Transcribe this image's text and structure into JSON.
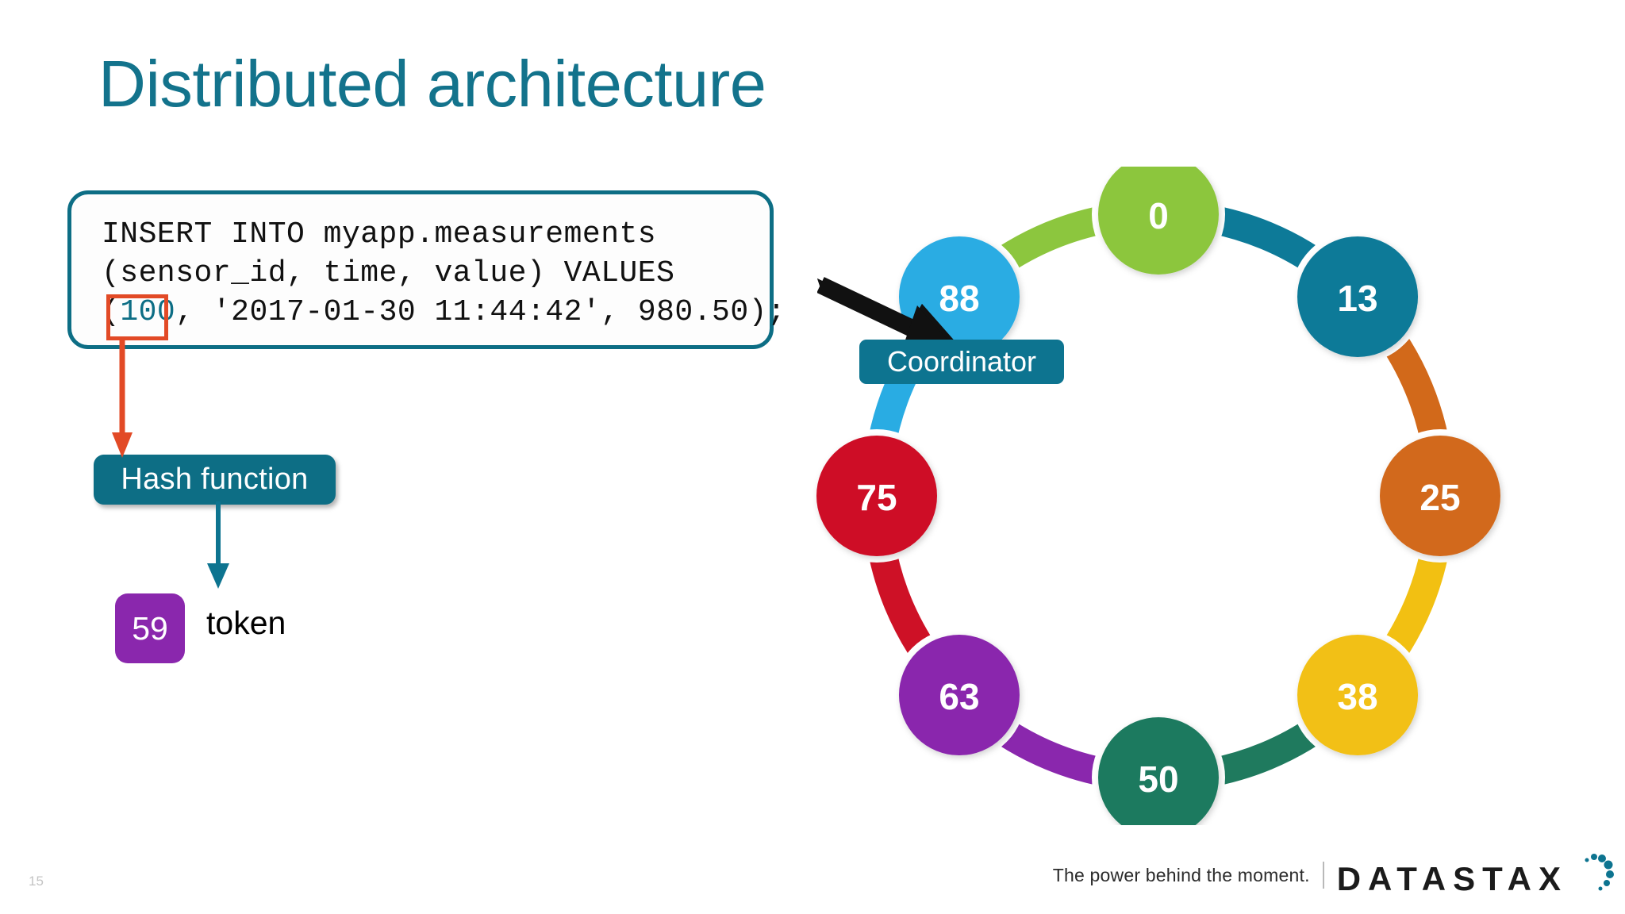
{
  "slide": {
    "title": "Distributed architecture",
    "page_number": "15",
    "title_color": "#13738c",
    "background": "#ffffff"
  },
  "code_box": {
    "line1": "INSERT INTO myapp.measurements",
    "line2": "(sensor_id, time, value) VALUES",
    "line3_prefix": "(",
    "line3_highlight": "100",
    "line3_suffix": ", '2017-01-30 11:44:42', 980.50);",
    "highlight_color": "#0d6e85",
    "highlight_box_color": "#e24a26",
    "border_color": "#0d6e85"
  },
  "hash_flow": {
    "hash_label": "Hash function",
    "hash_color": "#0d6e85",
    "token_value": "59",
    "token_color": "#8a27ad",
    "token_label": "token",
    "red_arrow_color": "#e24a26",
    "teal_arrow_color": "#0d7490"
  },
  "ring": {
    "coordinator_label": "Coordinator",
    "coordinator_label_color": "#0d7490",
    "nodes": [
      {
        "label": "0",
        "color": "#8cc63e",
        "angle": -90
      },
      {
        "label": "13",
        "color": "#0d7a98",
        "angle": -45
      },
      {
        "label": "25",
        "color": "#d2691a",
        "angle": 0
      },
      {
        "label": "38",
        "color": "#f2c012",
        "angle": 45
      },
      {
        "label": "50",
        "color": "#1f7a5e",
        "angle": 90
      },
      {
        "label": "63",
        "color": "#8a27ad",
        "angle": 135
      },
      {
        "label": "75",
        "color": "#ce1126",
        "angle": 180
      },
      {
        "label": "88",
        "color": "#29ace3",
        "angle": -135
      }
    ],
    "arcs": [
      {
        "from": "88",
        "to": "0",
        "color": "#8cc63e"
      },
      {
        "from": "0",
        "to": "13",
        "color": "#0d7a98"
      },
      {
        "from": "13",
        "to": "25",
        "color": "#d2691a"
      },
      {
        "from": "25",
        "to": "38",
        "color": "#f2c012"
      },
      {
        "from": "38",
        "to": "50",
        "color": "#1f7a5e"
      },
      {
        "from": "50",
        "to": "63",
        "color": "#8a27ad"
      },
      {
        "from": "63",
        "to": "75",
        "color": "#ce1126"
      },
      {
        "from": "75",
        "to": "88",
        "color": "#29ace3"
      }
    ]
  },
  "footer": {
    "tagline": "The power behind the moment.",
    "logo_text": "DATASTAX",
    "logo_dot_color": "#0d7490"
  }
}
